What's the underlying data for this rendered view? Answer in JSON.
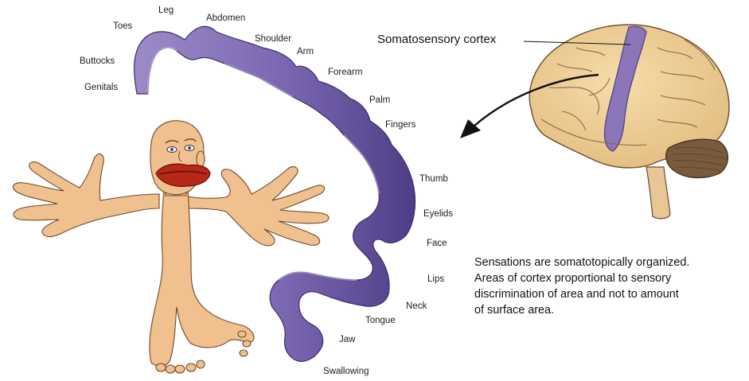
{
  "cortex_label": "Somatosensory cortex",
  "body_part_labels": {
    "leg": "Leg",
    "abdomen": "Abdomen",
    "toes": "Toes",
    "shoulder": "Shoulder",
    "arm": "Arm",
    "buttocks": "Buttocks",
    "genitals": "Genitals",
    "forearm": "Forearm",
    "palm": "Palm",
    "fingers": "Fingers",
    "thumb": "Thumb",
    "eyelids": "Eyelids",
    "face": "Face",
    "lips": "Lips",
    "neck": "Neck",
    "tongue": "Tongue",
    "jaw": "Jaw",
    "swallowing": "Swallowing"
  },
  "caption_lines": [
    "Sensations are somatotopically organized.",
    "Areas of cortex proportional to sensory",
    "discrimination of area and not to amount",
    "of surface area."
  ],
  "colors": {
    "cortex_strip": "#8a76b8",
    "cortex_strip_dark": "#4e3d86",
    "brain": "#efd29f",
    "skin": "#f0c08e",
    "lips": "#b82818"
  }
}
